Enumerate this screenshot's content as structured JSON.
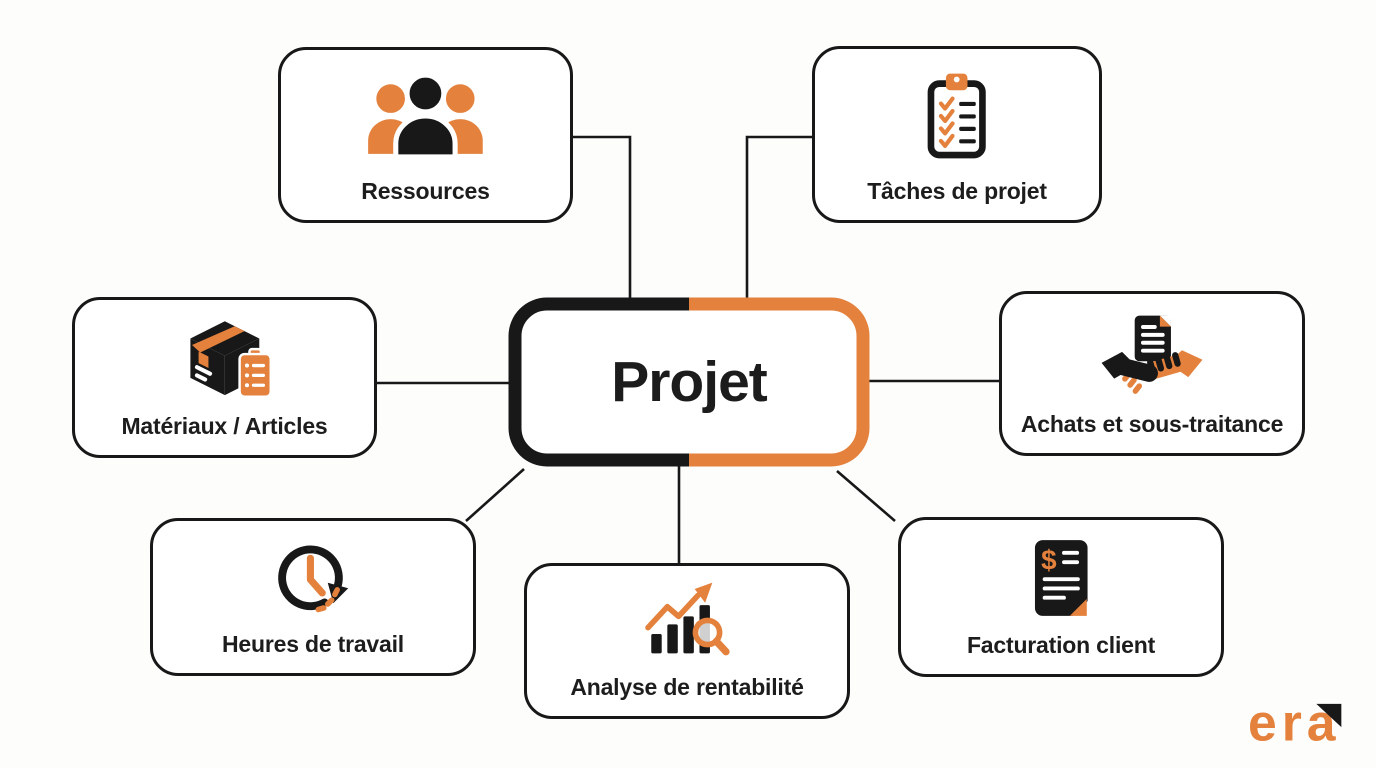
{
  "colors": {
    "orange": "#E4813C",
    "ink": "#181818",
    "background": "#FDFDFC",
    "box_fill": "#FFFFFF"
  },
  "center_node": {
    "label": "Projet"
  },
  "nodes": [
    {
      "label": "Ressources",
      "icon": "people-group-icon"
    },
    {
      "label": "Tâches de projet",
      "icon": "clipboard-checklist-icon"
    },
    {
      "label": "Matériaux / Articles",
      "icon": "package-clipboard-icon"
    },
    {
      "label": "Achats et sous-traitance",
      "icon": "handshake-contract-icon"
    },
    {
      "label": "Heures de travail",
      "icon": "clock-history-icon"
    },
    {
      "label": "Analyse de rentabilité",
      "icon": "chart-growth-magnifier-icon"
    },
    {
      "label": "Facturation client",
      "icon": "invoice-dollar-icon"
    }
  ],
  "logo": {
    "text": "era"
  }
}
